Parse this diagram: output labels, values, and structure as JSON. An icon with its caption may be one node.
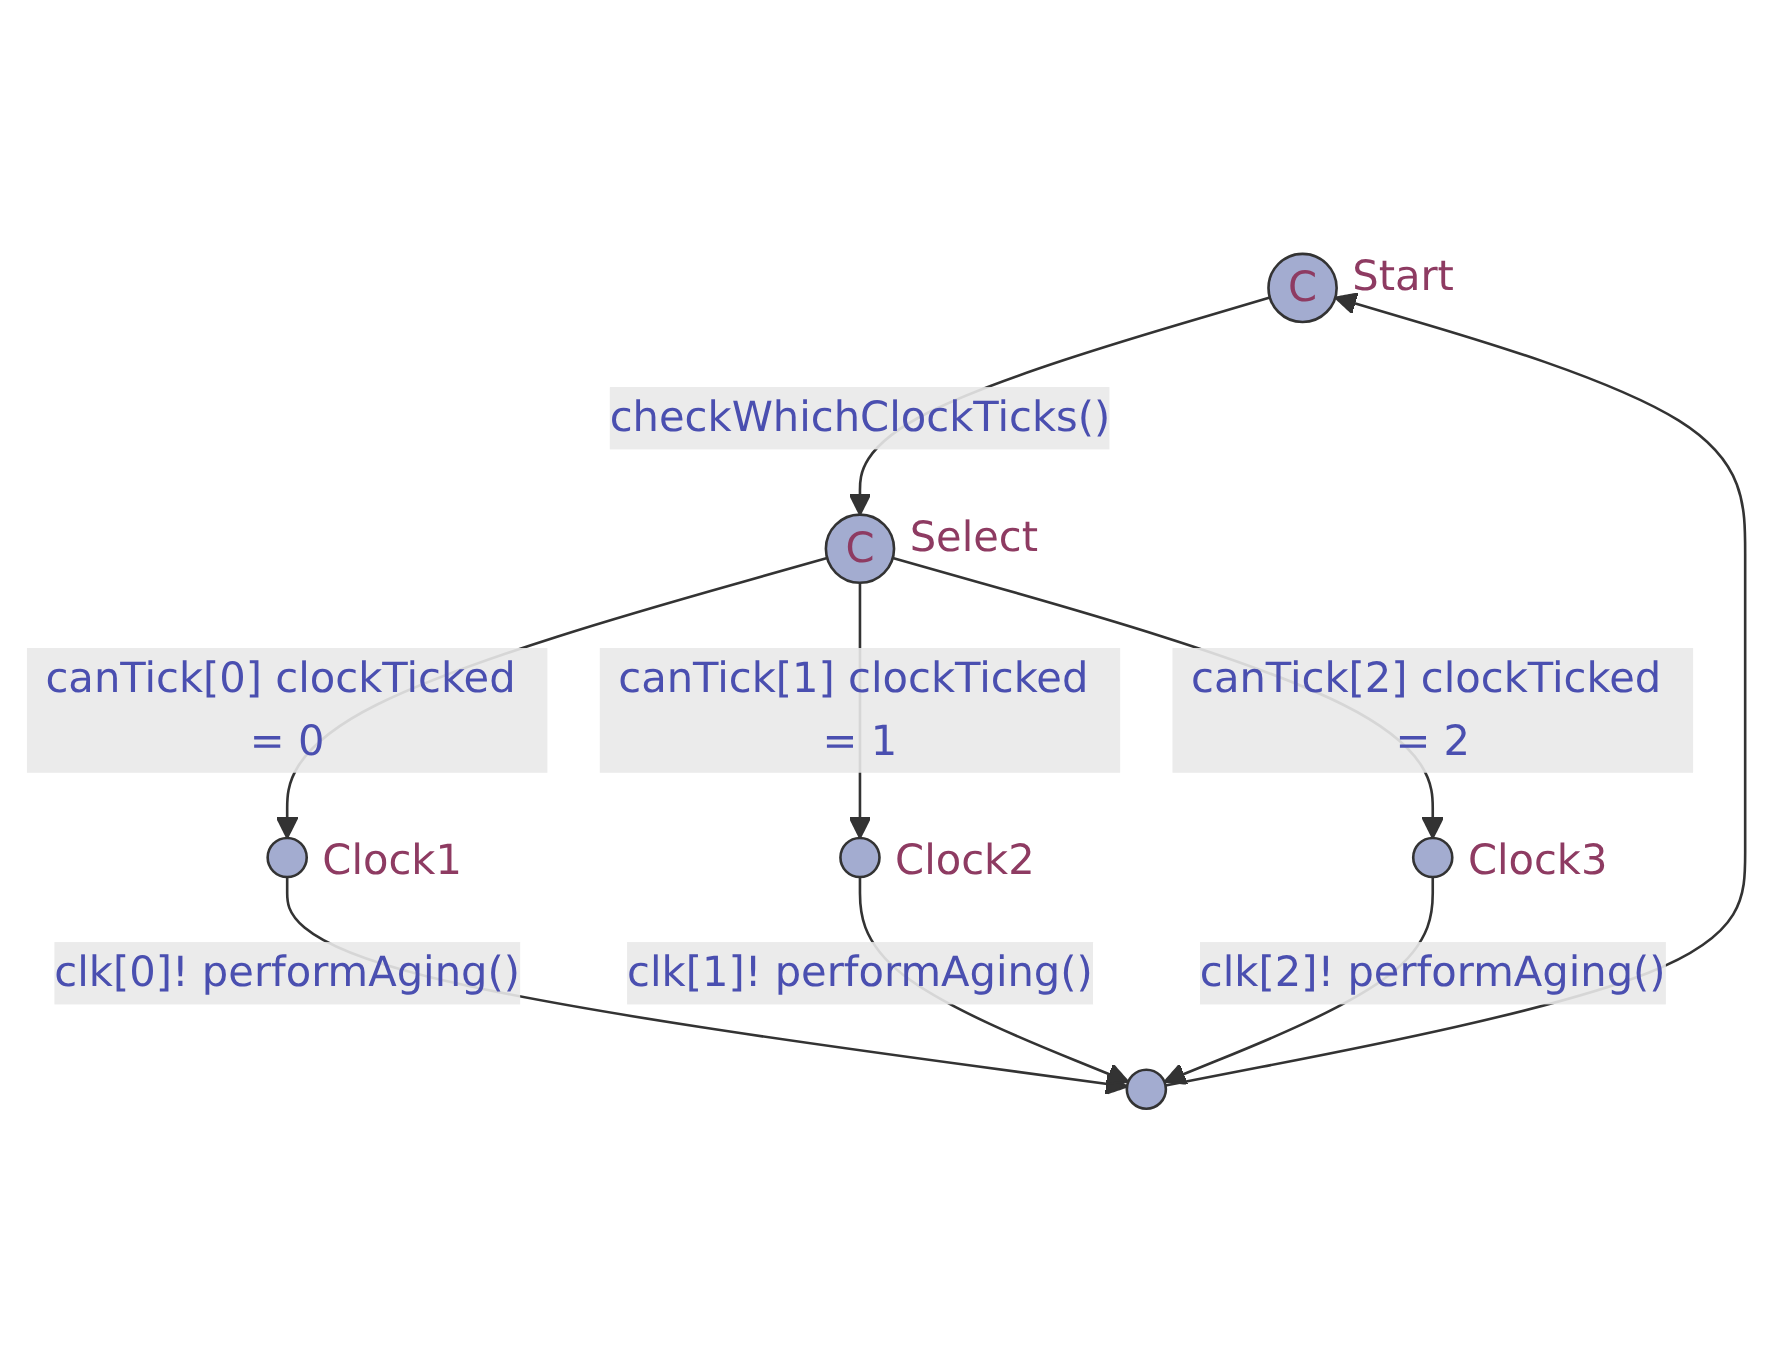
{
  "diagram": {
    "nodes": [
      {
        "text": [
          "C"
        ],
        "beside": [
          "Start"
        ]
      },
      {
        "text": [
          "C"
        ],
        "beside": [
          "Select"
        ]
      },
      {
        "text": [],
        "shape": "circle",
        "beside": [
          "Clock1"
        ]
      },
      {
        "text": [],
        "shape": "circle",
        "beside": [
          "Clock2"
        ]
      },
      {
        "text": [],
        "shape": "circle",
        "beside": [
          "Clock3"
        ]
      },
      {
        "text": [],
        "shape": "circle"
      }
    ],
    "edges": [
      {
        "from": 0,
        "to": 1,
        "arrow": "to",
        "label": "checkWhichClockTicks()"
      },
      {
        "from": 1,
        "to": 2,
        "arrow": "to",
        "label": "canTick[0] clockTicked = 0"
      },
      {
        "from": 1,
        "to": 3,
        "arrow": "to",
        "label": "canTick[1] clockTicked = 1"
      },
      {
        "from": 1,
        "to": 4,
        "arrow": "to",
        "label": "canTick[2] clockTicked = 2"
      },
      {
        "from": 2,
        "to": 5,
        "arrow": "to",
        "label": "clk[0]! performAging()"
      },
      {
        "from": 3,
        "to": 5,
        "arrow": "to",
        "label": "clk[1]! performAging()"
      },
      {
        "from": 4,
        "to": 5,
        "arrow": "to",
        "label": "clk[2]! performAging()"
      },
      {
        "from": 5,
        "to": 0,
        "arrow": "to"
      }
    ]
  }
}
